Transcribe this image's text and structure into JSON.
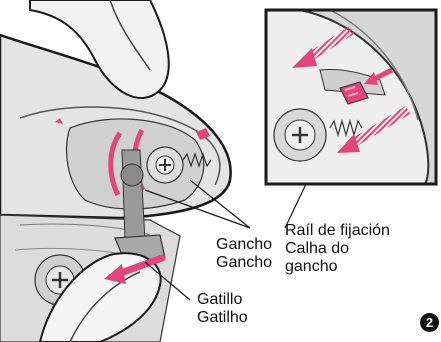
{
  "labels": {
    "hook_es": "Gancho",
    "hook_pt": "Gancho",
    "rail_es": "Raíl de fijación",
    "rail_pt_line1": "Calha do",
    "rail_pt_line2": "gancho",
    "trigger_es": "Gatillo",
    "trigger_pt": "Gatilho"
  },
  "step_number": "2",
  "colors": {
    "accent": "#e0457b",
    "accent_fill": "#f2a6c0",
    "line": "#1a1a1a",
    "shell_gray": "#d9d9d9",
    "mech_gray": "#bfbfbf",
    "inset_bg": "#eeeeee"
  },
  "icons": [
    "pull-arrow-icon",
    "slide-arrow-icon",
    "step-number-icon"
  ]
}
